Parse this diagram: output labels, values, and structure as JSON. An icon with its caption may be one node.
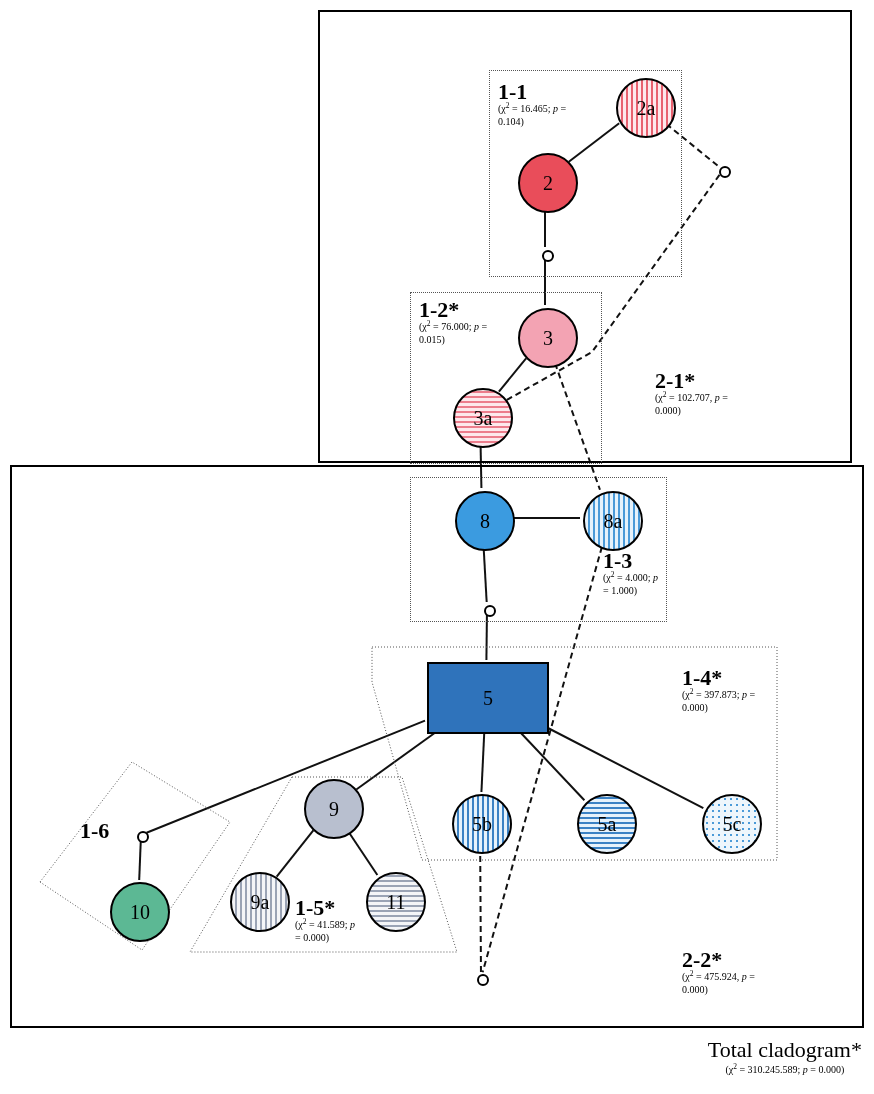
{
  "diagram": {
    "nodes": [
      {
        "text": [
          "2-1*",
          "(χ$^{2}$ = 102.707, *p* = 0.000)"
        ]
      },
      {
        "text": [
          "1-1",
          "(χ$^{2}$ = 16.465; *p* = 0.104)"
        ],
        "in": 0
      },
      {
        "text": [
          "2a"
        ],
        "in": 1
      },
      {
        "text": [
          "2"
        ],
        "in": 1
      },
      {
        "text": [],
        "shape": "circle",
        "in": 0
      },
      {
        "text": [],
        "shape": "circle",
        "in": 1
      },
      {
        "text": [
          "1-2*",
          "(χ$^{2}$ = 76.000; *p* = 0.015)"
        ],
        "in": 0
      },
      {
        "text": [
          "3"
        ],
        "in": 6
      },
      {
        "text": [
          "3a"
        ],
        "in": 6
      },
      {
        "text": [
          "2-2*",
          "(χ$^{2}$ = 475.924, *p* = 0.000)"
        ]
      },
      {
        "text": [
          "1-3",
          "(χ$^{2}$ = 4.000; *p* = 1.000)"
        ],
        "in": 9
      },
      {
        "text": [
          "8"
        ],
        "in": 10
      },
      {
        "text": [
          "8a"
        ],
        "in": 10
      },
      {
        "text": [],
        "shape": "circle",
        "in": 10
      },
      {
        "text": [
          "1-4*",
          "(χ$^{2}$ = 397.873; *p* = 0.000)"
        ],
        "in": 9
      },
      {
        "text": [
          "5"
        ],
        "in": 14
      },
      {
        "text": [
          "5b"
        ],
        "in": 14
      },
      {
        "text": [
          "5a"
        ],
        "in": 14
      },
      {
        "text": [
          "5c"
        ],
        "in": 14
      },
      {
        "text": [
          "1-6"
        ],
        "in": 9
      },
      {
        "text": [],
        "shape": "circle",
        "in": 19
      },
      {
        "text": [
          "10"
        ],
        "in": 19
      },
      {
        "text": [
          "1-5*",
          "(χ$^{2}$ = 41.589; *p* = 0.000)"
        ],
        "in": 9
      },
      {
        "text": [
          "9"
        ],
        "in": 22
      },
      {
        "text": [
          "9a"
        ],
        "in": 22
      },
      {
        "text": [
          "11"
        ],
        "in": 22
      },
      {
        "text": [],
        "shape": "circle",
        "in": 9
      }
    ],
    "edges": [
      {
        "from": 2,
        "to": 3,
        "arrow": "none"
      },
      {
        "from": 2,
        "to": 4,
        "arrow": "none",
        "style": "dashed"
      },
      {
        "from": 3,
        "to": 5,
        "arrow": "none"
      },
      {
        "from": 5,
        "to": 7,
        "arrow": "none"
      },
      {
        "from": 4,
        "to": 8,
        "arrow": "none",
        "style": "dashed"
      },
      {
        "from": 7,
        "to": 8,
        "arrow": "none"
      },
      {
        "from": 7,
        "to": 12,
        "arrow": "none",
        "style": "dashed"
      },
      {
        "from": 8,
        "to": 11,
        "arrow": "none"
      },
      {
        "from": 11,
        "to": 12,
        "arrow": "none"
      },
      {
        "from": 11,
        "to": 13,
        "arrow": "none"
      },
      {
        "from": 13,
        "to": 15,
        "arrow": "none"
      },
      {
        "from": 12,
        "to": 26,
        "arrow": "none",
        "style": "dashed"
      },
      {
        "from": 26,
        "to": 16,
        "arrow": "none",
        "style": "dashed"
      },
      {
        "from": 15,
        "to": 20,
        "arrow": "none"
      },
      {
        "from": 20,
        "to": 21,
        "arrow": "none"
      },
      {
        "from": 15,
        "to": 23,
        "arrow": "none"
      },
      {
        "from": 15,
        "to": 16,
        "arrow": "none"
      },
      {
        "from": 15,
        "to": 17,
        "arrow": "none"
      },
      {
        "from": 15,
        "to": 18,
        "arrow": "none"
      },
      {
        "from": 23,
        "to": 24,
        "arrow": "none"
      },
      {
        "from": 23,
        "to": 25,
        "arrow": "none"
      }
    ],
    "labels": [
      "Total cladogram*",
      "(χ$^{2}$ = 310.245.589; *p* = 0.000)"
    ]
  }
}
